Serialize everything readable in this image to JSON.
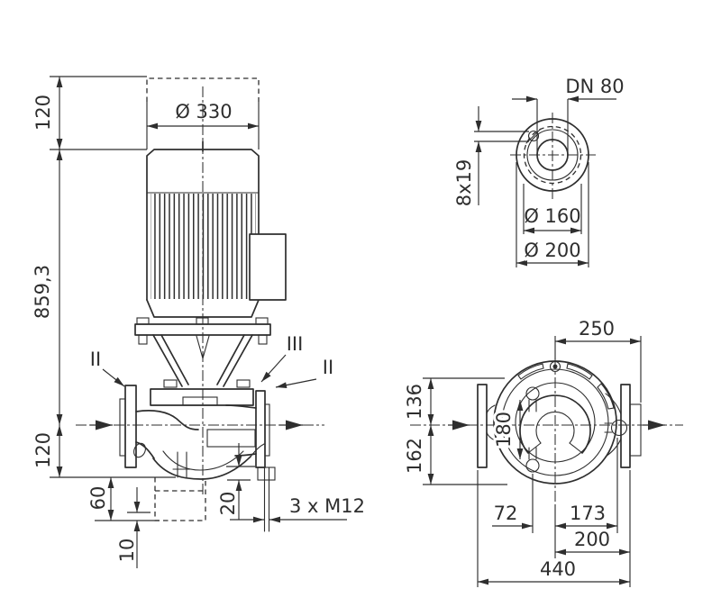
{
  "drawing": {
    "type": "pump-dimensional-drawing",
    "line_color": "#2e2e2e",
    "background_color": "#ffffff",
    "side_view": {
      "dim_removal_space": "120",
      "dim_motor_diameter": "Ø 330",
      "dim_total_height": "859,3",
      "dim_center_height": "120",
      "dim_base_depth": "60",
      "dim_base_plate": "10",
      "dim_flange_boss": "20",
      "dim_studs": "3 x M12",
      "label_section_left": "II",
      "label_section_seal": "III",
      "label_section_right": "II"
    },
    "flange_view": {
      "dim_nominal_bore": "DN 80",
      "dim_bolt_holes": "8x19",
      "dim_bolt_circle": "Ø 160",
      "dim_flange_outer": "Ø 200"
    },
    "plan_view": {
      "dim_center_to_port_end": "250",
      "dim_center_to_top": "136",
      "dim_foot_spacing": "180",
      "dim_center_to_bottom": "162",
      "dim_foot_offset": "72",
      "dim_center_to_foot": "173",
      "dim_center_to_flange": "200",
      "dim_total_length": "440"
    }
  }
}
